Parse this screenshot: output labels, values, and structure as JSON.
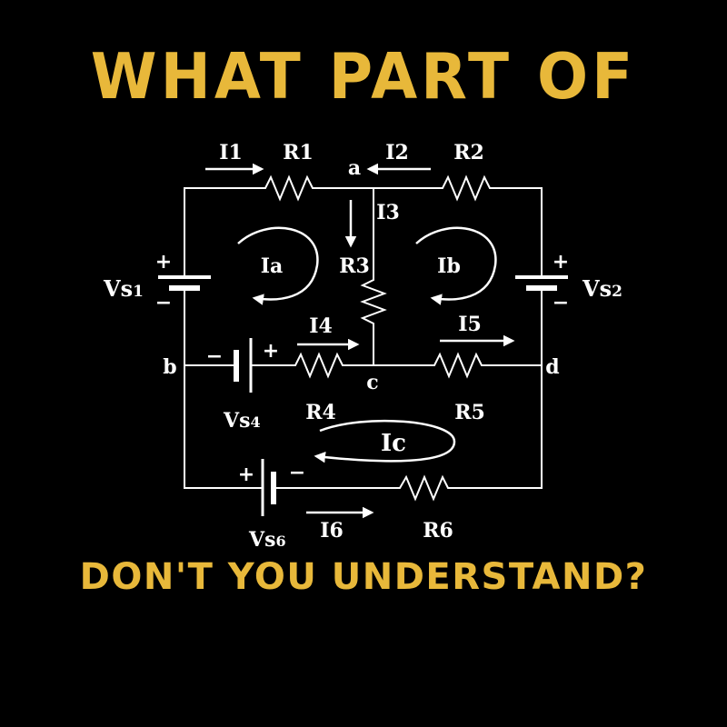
{
  "title": "WHAT PART OF",
  "subtitle": "DON'T YOU UNDERSTAND?",
  "colors": {
    "background": "#000000",
    "accent": "#e8b83a",
    "wire": "#ffffff"
  },
  "circuit": {
    "nodes": {
      "a": "a",
      "b": "b",
      "c": "c",
      "d": "d"
    },
    "resistors": {
      "r1": "R1",
      "r2": "R2",
      "r3": "R3",
      "r4": "R4",
      "r5": "R5",
      "r6": "R6"
    },
    "currents": {
      "i1": "I1",
      "i2": "I2",
      "i3": "I3",
      "i4": "I4",
      "i5": "I5",
      "i6": "I6"
    },
    "loops": {
      "ia": "Ia",
      "ib": "Ib",
      "ic": "Ic"
    },
    "sources": {
      "vs1": {
        "main": "Vs",
        "sub": "1"
      },
      "vs2": {
        "main": "Vs",
        "sub": "2"
      },
      "vs4": {
        "main": "Vs",
        "sub": "4"
      },
      "vs6": {
        "main": "Vs",
        "sub": "6"
      }
    },
    "polarity": {
      "plus": "+",
      "minus": "−"
    }
  }
}
